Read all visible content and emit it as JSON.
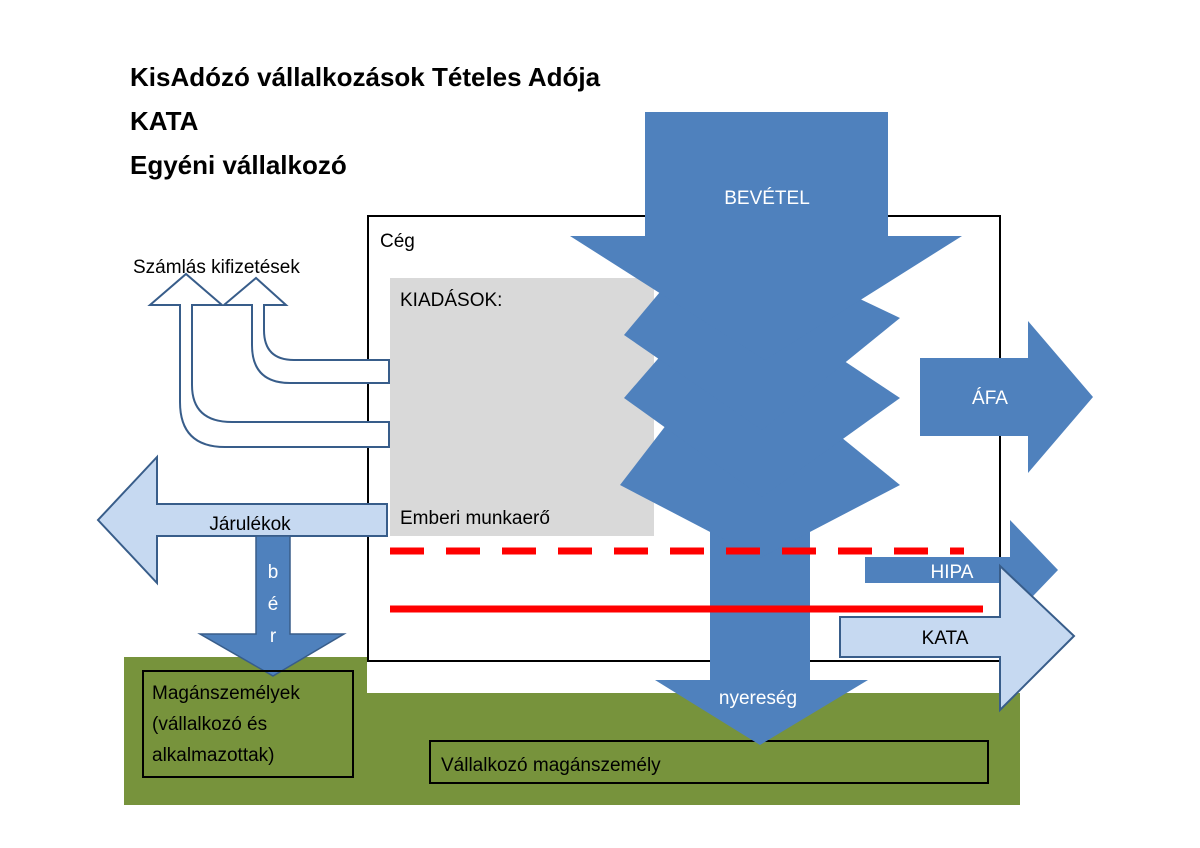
{
  "title": {
    "line1": "KisAdózó vállalkozások Tételes Adója",
    "line2": "KATA",
    "line3": "Egyéni vállalkozó"
  },
  "company_box": {
    "label": "Cég"
  },
  "expenses_box": {
    "heading": "KIADÁSOK:",
    "human_labor": "Emberi munkaerő"
  },
  "arrows": {
    "revenue": "BEVÉTEL",
    "vat": "ÁFA",
    "hipa": "HIPA",
    "kata": "KATA",
    "profit": "nyereség",
    "contributions": "Járulékok",
    "salary_letters": [
      "b",
      "é",
      "r"
    ],
    "invoiced_payments": "Számlás kifizetések"
  },
  "ground": {
    "private_persons": [
      "Magánszemélyek",
      "(vállalkozó és",
      "alkalmazottak)"
    ],
    "entrepreneur": "Vállalkozó magánszemély"
  },
  "colors": {
    "dark_blue": "#4f81bd",
    "dark_blue_stroke": "#385d8a",
    "light_blue": "#c6d9f1",
    "grey_box": "#d9d9d9",
    "green_ground": "#77933c",
    "red_line": "#ff0000",
    "text_white": "#ffffff",
    "text_black": "#000000"
  }
}
